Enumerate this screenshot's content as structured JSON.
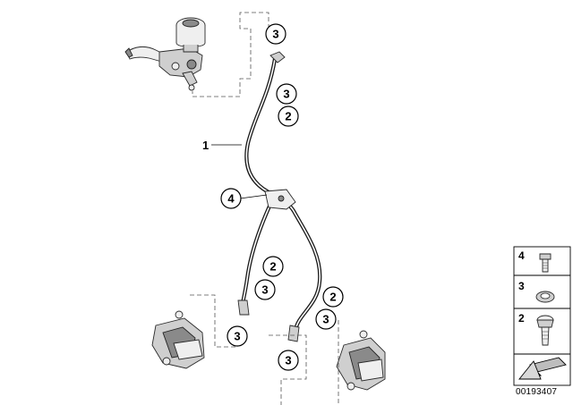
{
  "callouts": [
    {
      "id": "c-top-3",
      "label": "3"
    },
    {
      "id": "c-upper-3",
      "label": "3"
    },
    {
      "id": "c-upper-2",
      "label": "2"
    },
    {
      "id": "c-mid-4",
      "label": "4"
    },
    {
      "id": "c-left-2",
      "label": "2"
    },
    {
      "id": "c-left-3a",
      "label": "3"
    },
    {
      "id": "c-left-3b",
      "label": "3"
    },
    {
      "id": "c-right-2",
      "label": "2"
    },
    {
      "id": "c-right-3a",
      "label": "3"
    },
    {
      "id": "c-right-3b",
      "label": "3"
    }
  ],
  "hose_label": "1",
  "legend": [
    {
      "number": "4",
      "part_icon": "banjo-bolt-icon"
    },
    {
      "number": "3",
      "part_icon": "sealing-ring-icon"
    },
    {
      "number": "2",
      "part_icon": "hollow-screw-icon"
    }
  ],
  "legend_arrow_icon": "arrow-down-left-icon",
  "diagram_number": "00193407"
}
